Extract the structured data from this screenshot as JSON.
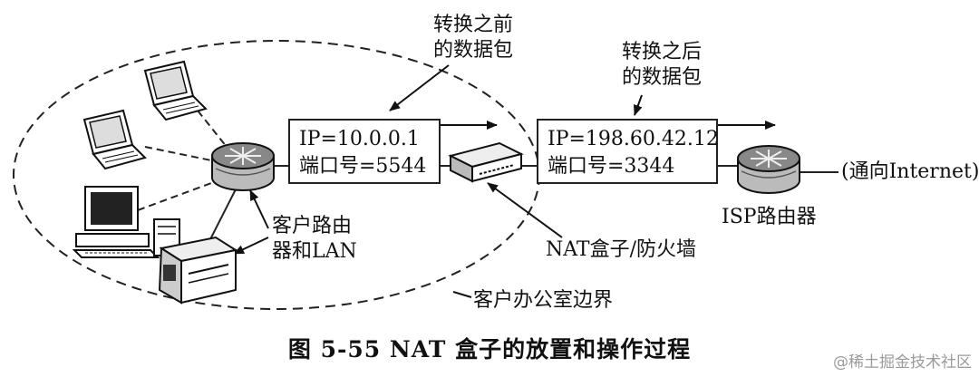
{
  "labels": {
    "before_line1": "转换之前",
    "before_line2": "的数据包",
    "after_line1": "转换之后",
    "after_line2": "的数据包",
    "router_lan_line1": "客户路由",
    "router_lan_line2": "器和LAN",
    "nat_box": "NAT盒子/防火墙",
    "office_boundary": "客户办公室边界",
    "isp_router": "ISP路由器",
    "internet": "(通向Internet)"
  },
  "packets": {
    "before": {
      "ip": "IP=10.0.0.1",
      "port": "端口号=5544"
    },
    "after": {
      "ip": "IP=198.60.42.12",
      "port": "端口号=3344"
    }
  },
  "caption": "图 5-55    NAT 盒子的放置和操作过程",
  "watermark": "@稀土掘金技术社区"
}
